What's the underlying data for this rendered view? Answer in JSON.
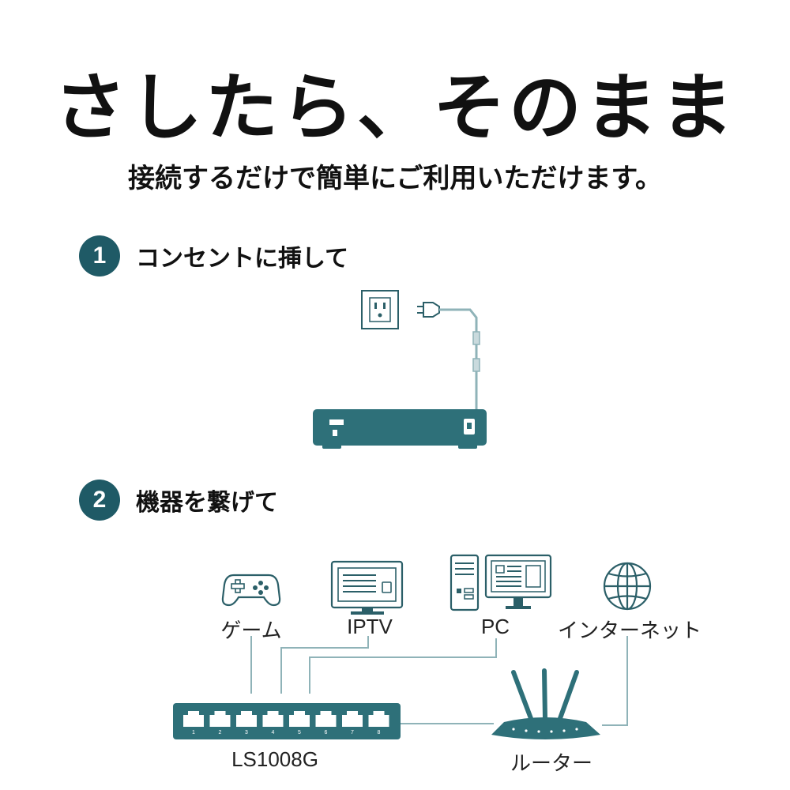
{
  "header": {
    "title": "さしたら、そのまま",
    "subtitle": "接続するだけで簡単にご利用いただけます。"
  },
  "steps": [
    {
      "number": "1",
      "label": "コンセントに挿して"
    },
    {
      "number": "2",
      "label": "機器を繋げて"
    }
  ],
  "devices": {
    "game": "ゲーム",
    "iptv": "IPTV",
    "pc": "PC",
    "internet": "インターネット",
    "switch": "LS1008G",
    "router": "ルーター"
  },
  "switch_ports": [
    "1",
    "2",
    "3",
    "4",
    "5",
    "6",
    "7",
    "8"
  ],
  "colors": {
    "device_fill": "#2e7079",
    "accent": "#1f5a66",
    "line": "#8fb3b8",
    "outline": "#2b5f68"
  }
}
